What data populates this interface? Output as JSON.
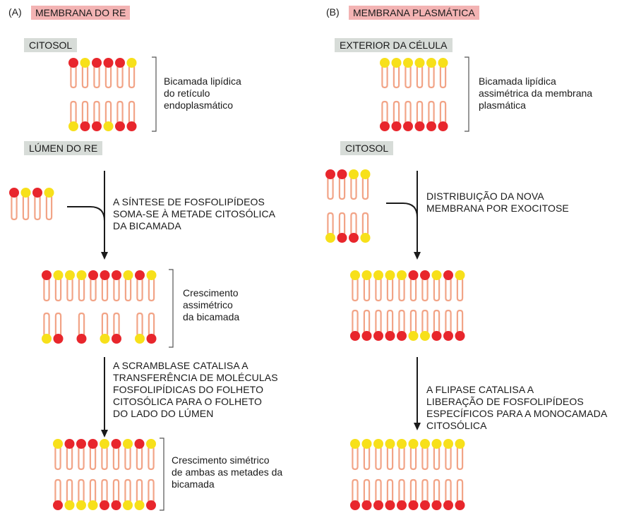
{
  "panel_a": {
    "letter": "(A)",
    "title": "MEMBRANA DO RE",
    "top_label": "CITOSOL",
    "bottom_label": "LÚMEN DO RE",
    "bilayer_desc": "Bicamada lipídica\ndo retículo\nendoplasmático",
    "step1": "A SÍNTESE DE FOSFOLIPÍDEOS\nSOMA-SE À METADE CITOSÓLICA\nDA BICAMADA",
    "mid_desc": "Crescimento\nassimétrico\nda bicamada",
    "step2": "A SCRAMBLASE CATALISA A\nTRANSFERÊNCIA DE MOLÉCULAS\nFOSFOLIPÍDICAS DO FOLHETO\nCITOSÓLICA PARA O FOLHETO\nDO LADO DO LÚMEN",
    "final_desc": "Crescimento simétrico\nde ambas as metades da\nbicamada"
  },
  "panel_b": {
    "letter": "(B)",
    "title": "MEMBRANA PLASMÁTICA",
    "top_label": "EXTERIOR DA CÉLULA",
    "bottom_label": "CITOSOL",
    "bilayer_desc": "Bicamada lipídica\nassimétrica da membrana\nplasmática",
    "step1": "DISTRIBUIÇÃO DA NOVA\nMEMBRANA POR EXOCITOSE",
    "step2": "A FLIPASE CATALISA A\nLIBERAÇÃO DE FOSFOLIPÍDEOS\nESPECÍFICOS PARA A MONOCAMADA\nCITOSÓLICA"
  },
  "colors": {
    "red_head": "#e8262c",
    "yellow_head": "#f7e01a",
    "tail": "#f2a487",
    "label_bg": "#d7dcd8",
    "title_bg": "#f3b3b3",
    "bracket": "#555555",
    "arrow": "#1a1a1a"
  }
}
